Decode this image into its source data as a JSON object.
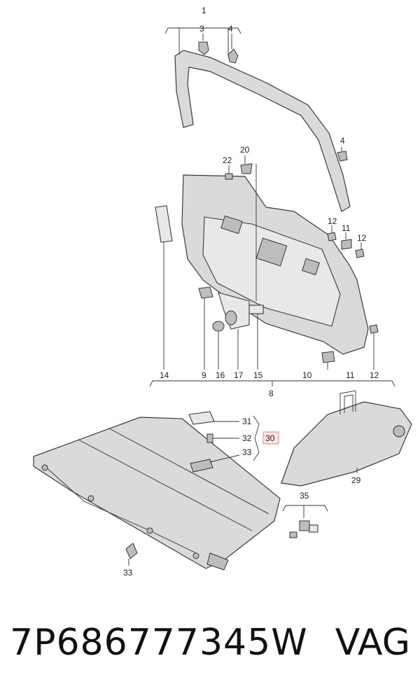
{
  "callouts": {
    "c1": "1",
    "c3": "3",
    "c4a": "4",
    "c4b": "4",
    "c20": "20",
    "c22": "22",
    "c12a": "12",
    "c11a": "11",
    "c12b": "12",
    "c14": "14",
    "c9": "9",
    "c16": "16",
    "c17": "17",
    "c15": "15",
    "c10": "10",
    "c11b": "11",
    "c12c": "12",
    "c8": "8",
    "c31": "31",
    "c32": "32",
    "c33a": "33",
    "c30": "30",
    "c29": "29",
    "c35": "35",
    "c33b": "33"
  },
  "footer": {
    "part_number": "7P686777345W",
    "brand": "VAG"
  },
  "colors": {
    "highlight_fill": "#fbe3e3",
    "highlight_stroke": "#e08a8a",
    "part_fill": "#dadada"
  }
}
